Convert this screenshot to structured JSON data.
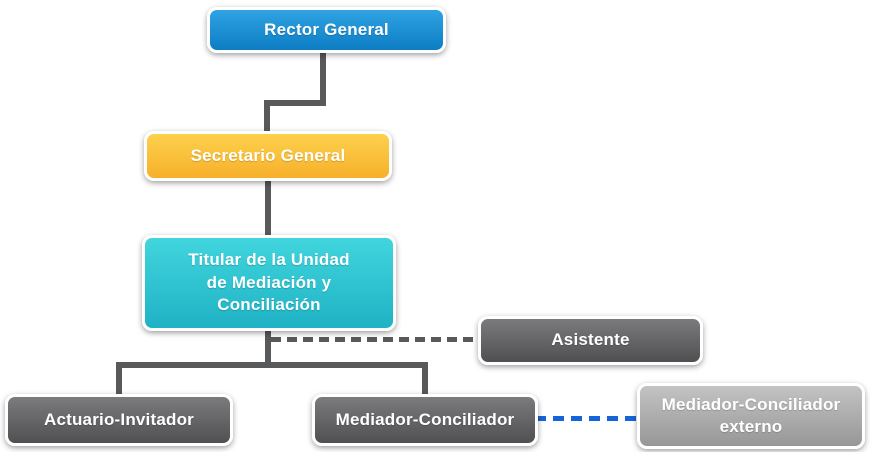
{
  "chart_title": "",
  "nodes": {
    "rector": {
      "label": "Rector General",
      "color_top": "#2fa3e3",
      "color_bottom": "#0d7dc4"
    },
    "secretario": {
      "label": "Secretario General",
      "color_top": "#fdd14d",
      "color_bottom": "#f7b02a"
    },
    "titular": {
      "label": "Titular de la Unidad\nde Mediación y\nConciliación",
      "color_top": "#41d5dd",
      "color_bottom": "#1fb2c5"
    },
    "asistente": {
      "label": "Asistente",
      "color_top": "#7b7b7d",
      "color_bottom": "#505052"
    },
    "actuario": {
      "label": "Actuario-Invitador",
      "color_top": "#7b7b7d",
      "color_bottom": "#505052"
    },
    "mediador": {
      "label": "Mediador-Conciliador",
      "color_top": "#7b7b7d",
      "color_bottom": "#505052"
    },
    "externo": {
      "label": "Mediador-Conciliador\nexterno",
      "color_top": "#c3c3c3",
      "color_bottom": "#979797"
    }
  },
  "edges": [
    {
      "from": "rector",
      "to": "secretario",
      "style": "solid",
      "color": "#58595b"
    },
    {
      "from": "secretario",
      "to": "titular",
      "style": "solid",
      "color": "#58595b"
    },
    {
      "from": "titular",
      "to": "actuario",
      "style": "solid",
      "color": "#58595b"
    },
    {
      "from": "titular",
      "to": "mediador",
      "style": "solid",
      "color": "#58595b"
    },
    {
      "from": "titular",
      "to": "asistente",
      "style": "dashed",
      "color": "#58595b"
    },
    {
      "from": "mediador",
      "to": "externo",
      "style": "dashed",
      "color": "#1565d8"
    }
  ],
  "palette": {
    "background": "#ffffff",
    "node_text": "#ffffff",
    "node_border": "#ffffff",
    "connector_solid": "#58595b",
    "connector_dashed_gray": "#58595b",
    "connector_dashed_blue": "#1565d8"
  }
}
